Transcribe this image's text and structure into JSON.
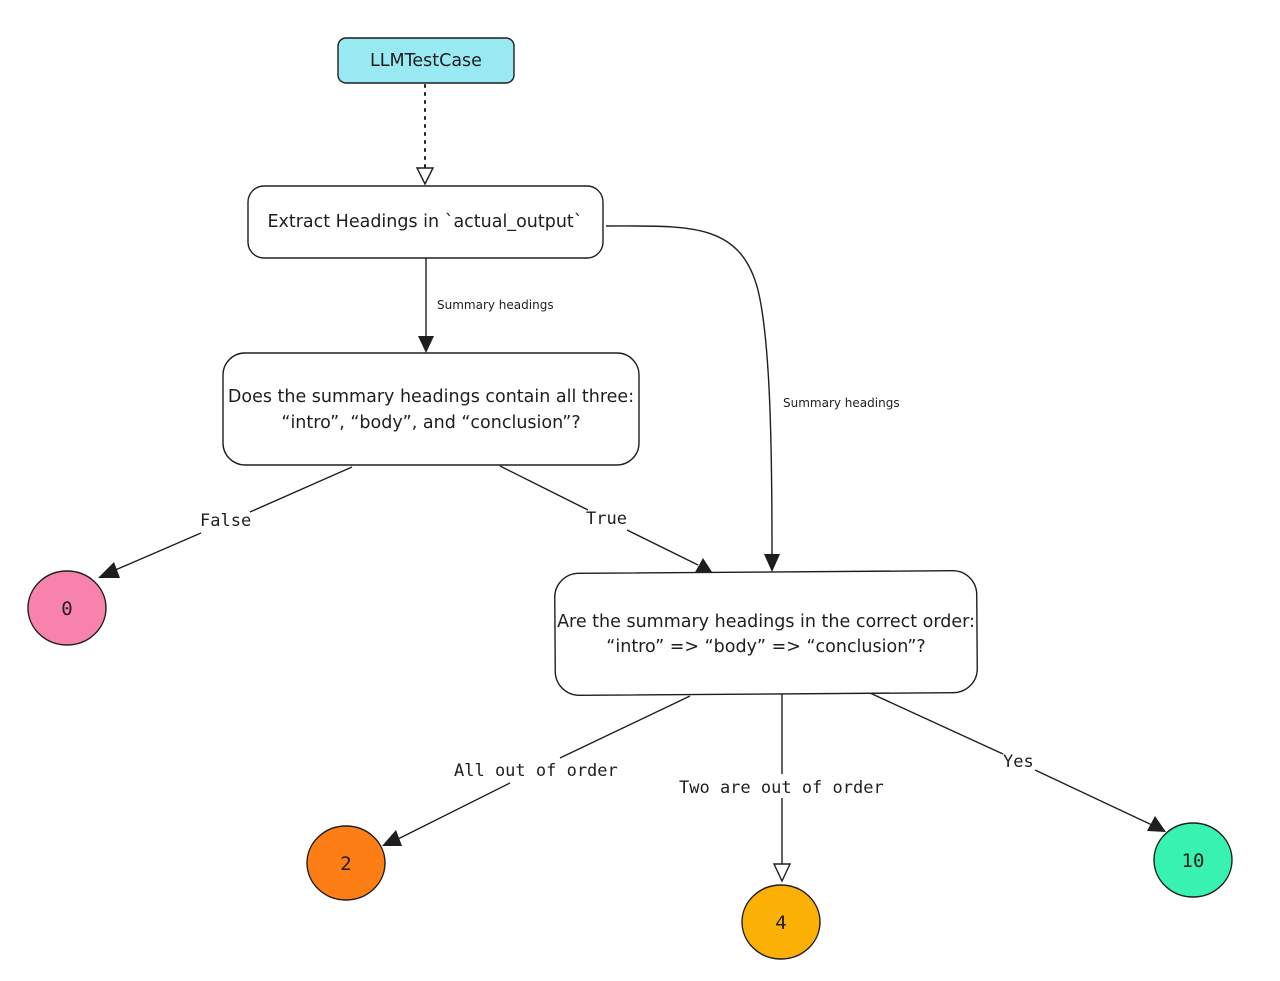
{
  "nodes": {
    "test_case": {
      "label": "LLMTestCase",
      "fill": "#99e9f2"
    },
    "extract": {
      "label": "Extract Headings in `actual_output`"
    },
    "contains_all": {
      "line1": "Does the summary headings contain all three:",
      "line2": "“intro”, “body”, and “conclusion”?"
    },
    "correct_order": {
      "line1": "Are the summary headings in the correct order:",
      "line2": "“intro” => “body” => “conclusion”?"
    }
  },
  "edges": {
    "extract_to_contains": "Summary headings",
    "extract_to_order": "Summary headings",
    "false_branch": "False",
    "true_branch": "True",
    "all_out_of_order": "All out of order",
    "two_out_of_order": "Two are out of order",
    "yes_branch": "Yes"
  },
  "scores": [
    {
      "id": "score_0",
      "value": "0",
      "fill": "#f783ac"
    },
    {
      "id": "score_2",
      "value": "2",
      "fill": "#fd7e14"
    },
    {
      "id": "score_4",
      "value": "4",
      "fill": "#fab005"
    },
    {
      "id": "score_10",
      "value": "10",
      "fill": "#38f2b0"
    }
  ],
  "colors": {
    "stroke": "#1e1e1e",
    "background": "#ffffff"
  }
}
